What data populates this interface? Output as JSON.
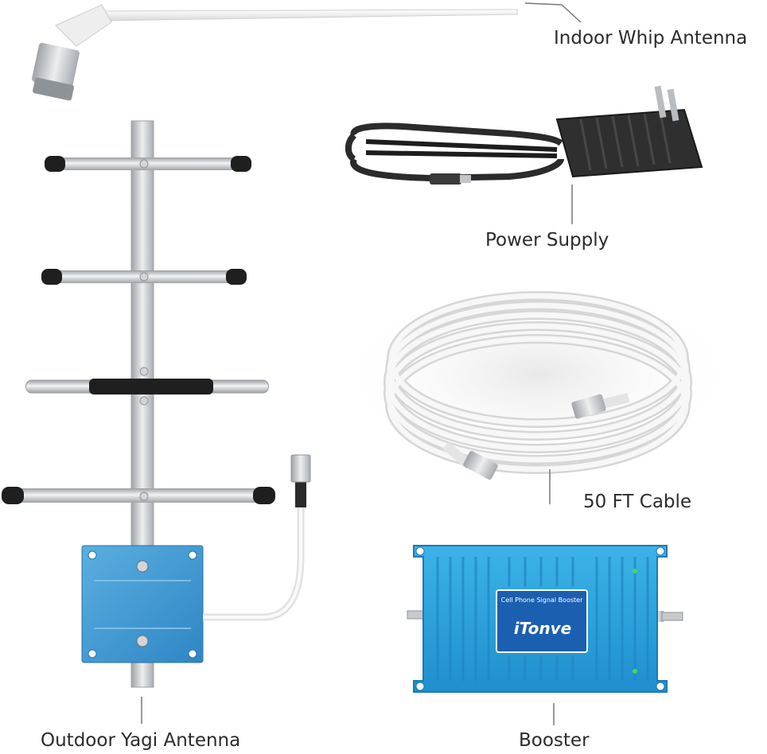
{
  "labels": {
    "indoor_whip": "Indoor Whip Antenna",
    "power_supply": "Power Supply",
    "cable": "50 FT Cable",
    "yagi": "Outdoor Yagi Antenna",
    "booster": "Booster"
  },
  "booster_panel": {
    "subtitle": "Cell Phone Signal Booster",
    "brand": "iTonve"
  },
  "colors": {
    "booster_blue": "#2aa6df",
    "yagi_plate_blue": "#3d9bd6",
    "cable_white": "#f2f2f2",
    "adapter_black": "#2a2a2a",
    "metal": "#c7c9cc"
  }
}
